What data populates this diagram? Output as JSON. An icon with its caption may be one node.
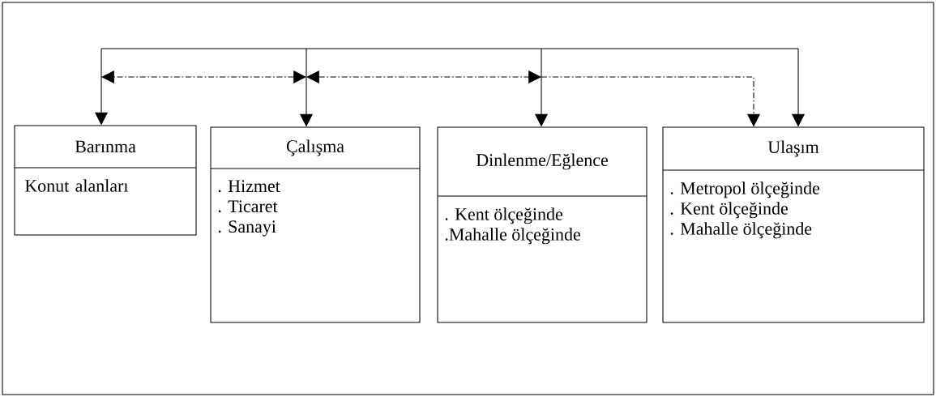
{
  "diagram": {
    "nodes": [
      {
        "text": [
          "Barınma",
          "Konut alanları"
        ]
      },
      {
        "text": [
          "Çalışma",
          ". Hizmet",
          ". Ticaret",
          ". Sanayi"
        ]
      },
      {
        "text": [
          "Dinlenme/Eğlence",
          ". Kent ölçeğinde",
          ".Mahalle ölçeğinde"
        ]
      },
      {
        "text": [
          "Ulaşım",
          ". Metropol ölçeğinde",
          ". Kent ölçeğinde",
          ". Mahalle ölçeğinde"
        ]
      }
    ],
    "edges": [
      {
        "from": null,
        "to": 0,
        "arrow": "to"
      },
      {
        "from": null,
        "to": 1,
        "arrow": "to"
      },
      {
        "from": null,
        "to": 2,
        "arrow": "to"
      },
      {
        "from": null,
        "to": 3,
        "arrow": "to"
      },
      {
        "from": 1,
        "to": 0,
        "arrow": "both",
        "style": "dashed"
      },
      {
        "from": 1,
        "to": 2,
        "arrow": "both",
        "style": "dashed"
      },
      {
        "from": 2,
        "to": 3,
        "arrow": "to",
        "style": "dashed"
      }
    ]
  }
}
